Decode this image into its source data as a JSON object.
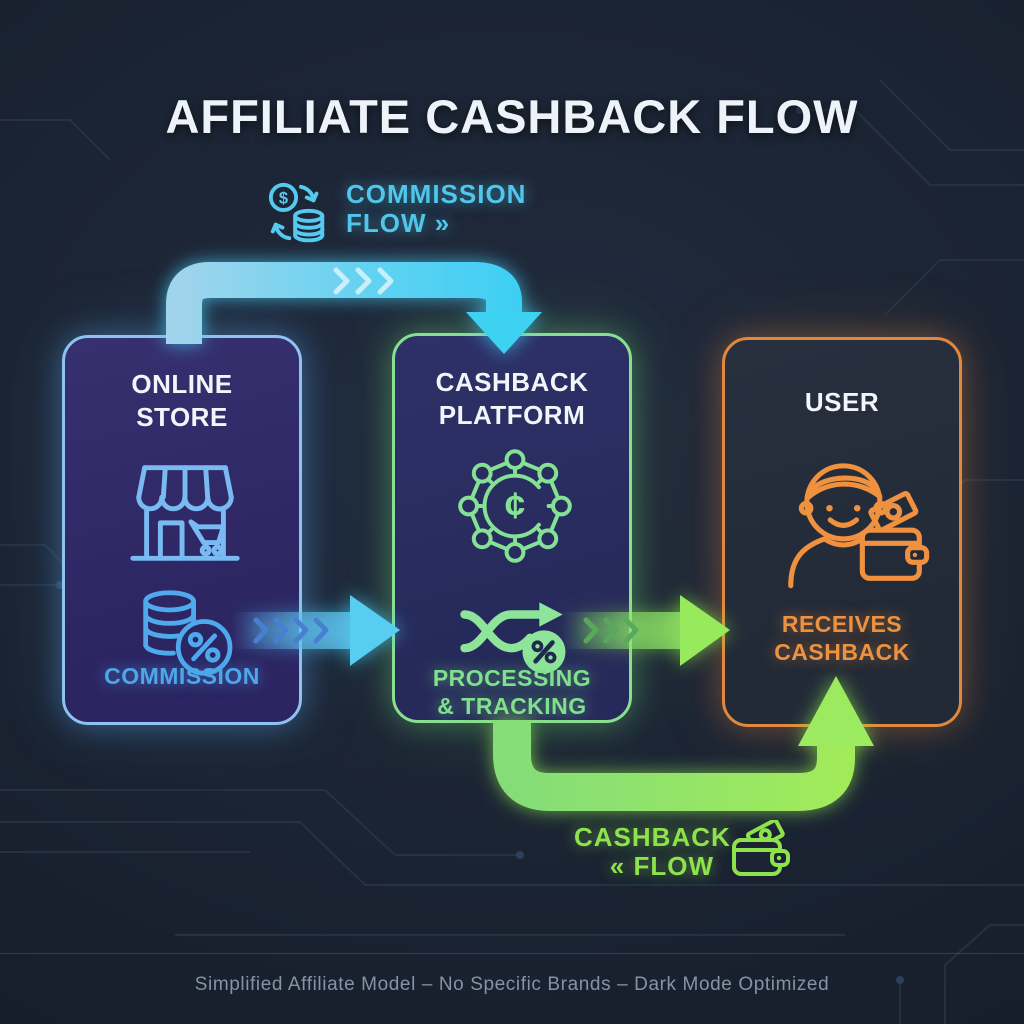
{
  "title": "AFFILIATE CASHBACK FLOW",
  "flow_labels": {
    "commission": {
      "line1": "COMMISSION",
      "line2": "FLOW »",
      "icon": "money-exchange-icon",
      "color": "#4fc6ea"
    },
    "cashback": {
      "line1": "CASHBACK",
      "line2": "« FLOW",
      "icon": "wallet-icon",
      "color": "#8ee24b"
    }
  },
  "cards": [
    {
      "id": "online-store",
      "title": "ONLINE STORE",
      "caption": "COMMISSION",
      "icons": [
        "storefront-icon",
        "coins-percent-icon"
      ],
      "accent": "#4da7ea",
      "border": "#8ec2f0"
    },
    {
      "id": "cashback-platform",
      "title": "CASHBACK PLATFORM",
      "caption": "PROCESSING & TRACKING",
      "icons": [
        "coin-network-icon",
        "shuffle-percent-icon"
      ],
      "accent": "#7fe18d",
      "border": "#88df90"
    },
    {
      "id": "user",
      "title": "USER",
      "caption": "RECEIVES CASHBACK",
      "icons": [
        "person-wallet-icon"
      ],
      "accent": "#ee9140",
      "border": "#e1883e"
    }
  ],
  "icon_glyphs": {
    "dollar": "$",
    "cent": "¢",
    "percent": "%"
  },
  "arrows": {
    "commission_color": "#3cd2f2",
    "cashback_color": "#9cea5e"
  },
  "footer": "Simplified Affiliate Model – No Specific Brands – Dark Mode Optimized"
}
